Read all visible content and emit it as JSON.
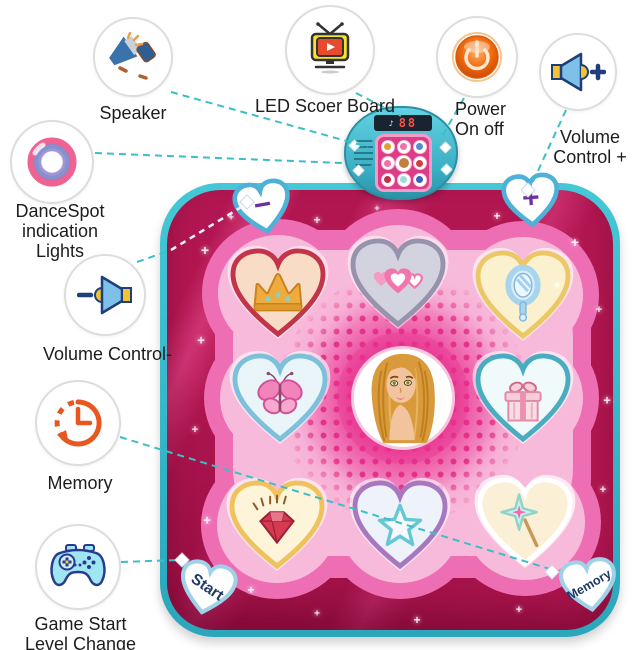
{
  "callouts": {
    "speaker": {
      "label": "Speaker"
    },
    "led_score_board": {
      "label": "LED Scoer Board"
    },
    "power": {
      "line1": "Power",
      "line2": "On off"
    },
    "volume_plus": {
      "line1": "Volume",
      "line2": "Control +"
    },
    "dancespot": {
      "line1": "DanceSpot",
      "line2": "indication Lights"
    },
    "volume_minus": {
      "label": "Volume Control-"
    },
    "memory": {
      "label": "Memory"
    },
    "game_start": {
      "line1": "Game Start",
      "line2": "Level Change"
    }
  },
  "mat": {
    "display_value": "88",
    "corner_buttons": {
      "minus": "−",
      "plus": "+",
      "start": "Start",
      "memory": "Memory"
    },
    "pads": [
      "crown",
      "love-hearts",
      "hand-mirror",
      "butterfly",
      "gift",
      "diamond",
      "star",
      "magic-wand"
    ],
    "colors": {
      "edge": "#3ec2d2",
      "body": "#b11650",
      "petal": "#ee6eb4",
      "petal_light": "#f8bada",
      "callout_line": "#3bbfc6"
    }
  }
}
